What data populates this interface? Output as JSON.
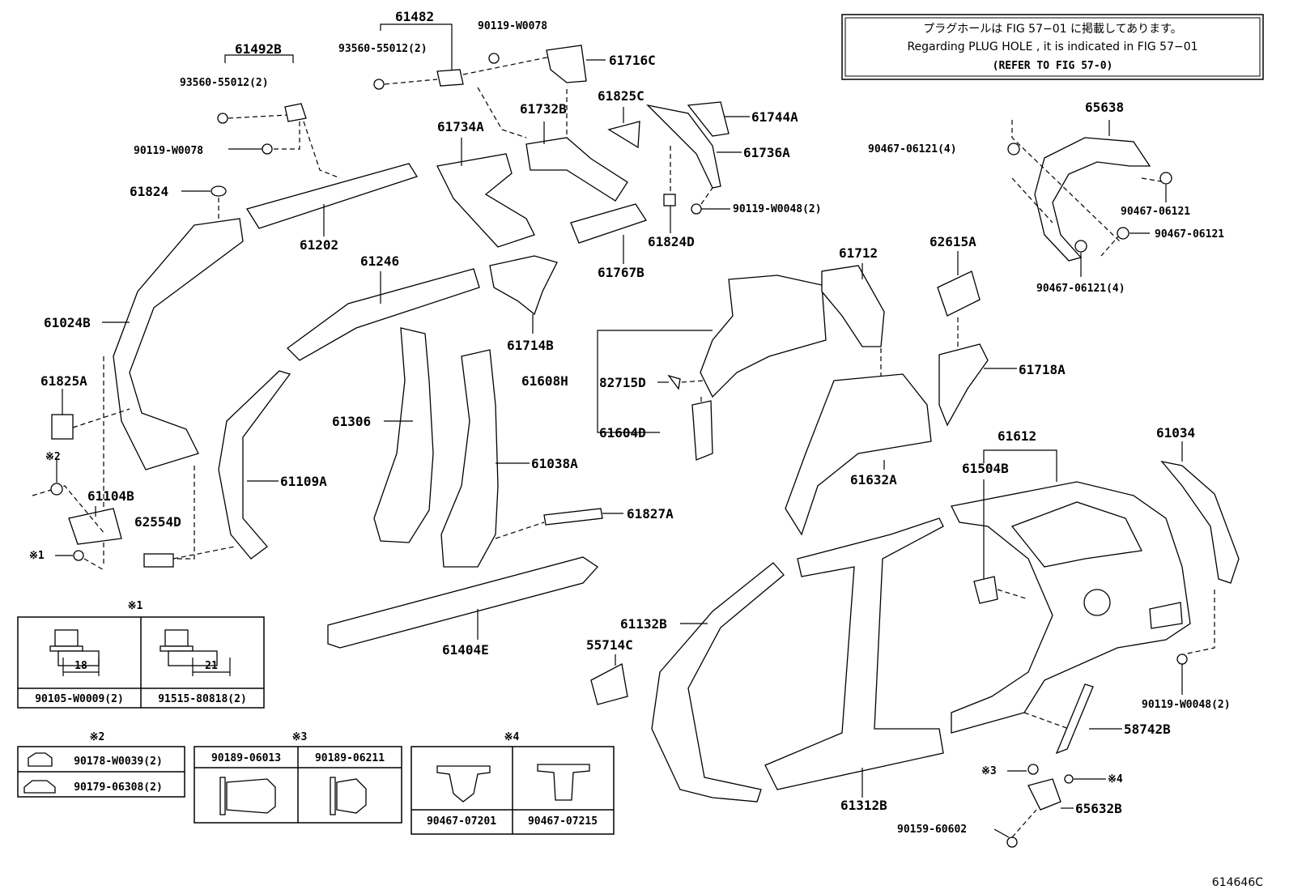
{
  "note": {
    "line1": "プラグホールは FIG 57−01 に掲載してあります。",
    "line2": "Regarding PLUG HOLE , it is indicated in FIG 57−01",
    "line3": "(REFER TO FIG 57-0)"
  },
  "figure_id": "614646C",
  "labels": {
    "p61482": "61482",
    "p90119_W0078_a": "90119-W0078",
    "p93560_a": "93560-55012(2)",
    "p61492B": "61492B",
    "p93560_b": "93560-55012(2)",
    "p90119_W0078_b": "90119-W0078",
    "p61716C": "61716C",
    "p61732B": "61732B",
    "p61734A": "61734A",
    "p61825C": "61825C",
    "p61744A": "61744A",
    "p61736A": "61736A",
    "p90119_W0048_a": "90119-W0048(2)",
    "p61824D": "61824D",
    "p61767B": "61767B",
    "p61824": "61824",
    "p61202": "61202",
    "p61246": "61246",
    "p61714B": "61714B",
    "p61024B": "61024B",
    "p61825A": "61825A",
    "p61306": "61306",
    "p61038A": "61038A",
    "p61109A": "61109A",
    "p61104B": "61104B",
    "p62554D": "62554D",
    "p61827A": "61827A",
    "p61404E": "61404E",
    "p61608H": "61608H",
    "p82715D": "82715D",
    "p61604D": "61604D",
    "p61712": "61712",
    "p62615A": "62615A",
    "p61718A": "61718A",
    "p61632A": "61632A",
    "p65638": "65638",
    "p90467_06121_4a": "90467-06121(4)",
    "p90467_06121_a": "90467-06121",
    "p90467_06121_b": "90467-06121",
    "p90467_06121_4b": "90467-06121(4)",
    "p61612": "61612",
    "p61504B": "61504B",
    "p61034": "61034",
    "p61132B": "61132B",
    "p55714C": "55714C",
    "p61312B": "61312B",
    "p90119_W0048_b": "90119-W0048(2)",
    "p58742B": "58742B",
    "p65632B": "65632B",
    "p90159_60602": "90159-60602",
    "mark1": "※1",
    "mark2": "※2",
    "mark3": "※3",
    "mark4": "※4"
  },
  "table1": {
    "title": "※1",
    "dim_a": "18",
    "dim_b": "21",
    "part_a": "90105-W0009(2)",
    "part_b": "91515-80818(2)"
  },
  "table2": {
    "title": "※2",
    "part_a": "90178-W0039(2)",
    "part_b": "90179-06308(2)"
  },
  "table3": {
    "title": "※3",
    "part_a": "90189-06013",
    "part_b": "90189-06211"
  },
  "table4": {
    "title": "※4",
    "part_a": "90467-07201",
    "part_b": "90467-07215"
  }
}
